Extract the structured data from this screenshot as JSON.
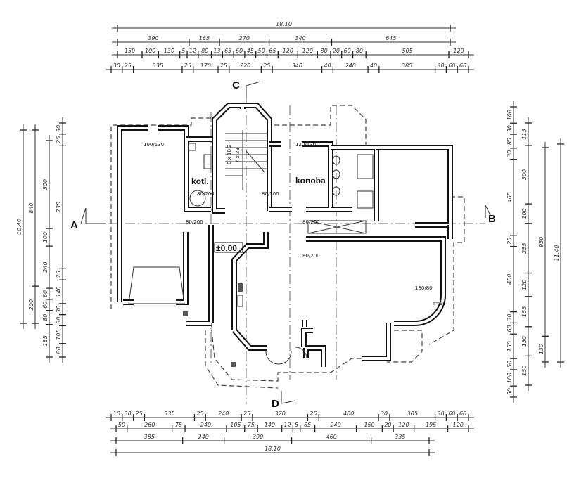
{
  "drawing": {
    "rooms": {
      "boiler": "kotl.",
      "cellar": "konoba"
    },
    "level": "±0.00",
    "sections": {
      "a": "A",
      "b": "B",
      "c": "C",
      "d": "D"
    },
    "stairs": {
      "risers": "8 x 18.2",
      "treads": "7 x 28"
    },
    "radius": "r=90",
    "openings": [
      "80/200",
      "80/200",
      "80/200",
      "80/200",
      "80/200",
      "100/130",
      "120/130",
      "180/80"
    ]
  },
  "dimensions": {
    "top": {
      "total": [
        "18.10"
      ],
      "row2": [
        "390",
        "165",
        "270",
        "340",
        "645"
      ],
      "row3": [
        "150",
        "100",
        "130",
        "5",
        "12",
        "80",
        "13",
        "65",
        "60",
        "45",
        "50",
        "65",
        "120",
        "120",
        "80",
        "20",
        "60",
        "80",
        "505",
        "120"
      ],
      "row4": [
        "30",
        "25",
        "335",
        "25",
        "170",
        "25",
        "220",
        "25",
        "340",
        "40",
        "240",
        "40",
        "385",
        "30",
        "60",
        "60"
      ]
    },
    "bottom": {
      "row1": [
        "10",
        "30",
        "25",
        "335",
        "25",
        "240",
        "25",
        "370",
        "25",
        "400",
        "30",
        "305",
        "30",
        "60",
        "60"
      ],
      "row2": [
        "50",
        "260",
        "75",
        "240",
        "105",
        "75",
        "140",
        "12",
        "5",
        "85",
        "240",
        "150",
        "20",
        "120",
        "195",
        "120"
      ],
      "row3": [
        "385",
        "240",
        "390",
        "460",
        "335"
      ],
      "total": [
        "18.10"
      ]
    },
    "left": {
      "total": [
        "10.40"
      ],
      "col2": [
        "840",
        "200"
      ],
      "col3": [
        "500",
        "100",
        "240",
        "60",
        "60",
        "80",
        "185"
      ],
      "col4": [
        "30",
        "25",
        "730",
        "25",
        "140",
        "30",
        "30",
        "105",
        "80"
      ]
    },
    "right": {
      "col1": [
        "100",
        "30",
        "85",
        "30",
        "465",
        "25",
        "400",
        "30",
        "60",
        "150",
        "50",
        "100",
        "50"
      ],
      "col2": [
        "115",
        "300",
        "100",
        "255",
        "120",
        "155",
        "150",
        "150"
      ],
      "col3": [
        "950",
        "130"
      ],
      "total": [
        "11.40"
      ]
    }
  }
}
